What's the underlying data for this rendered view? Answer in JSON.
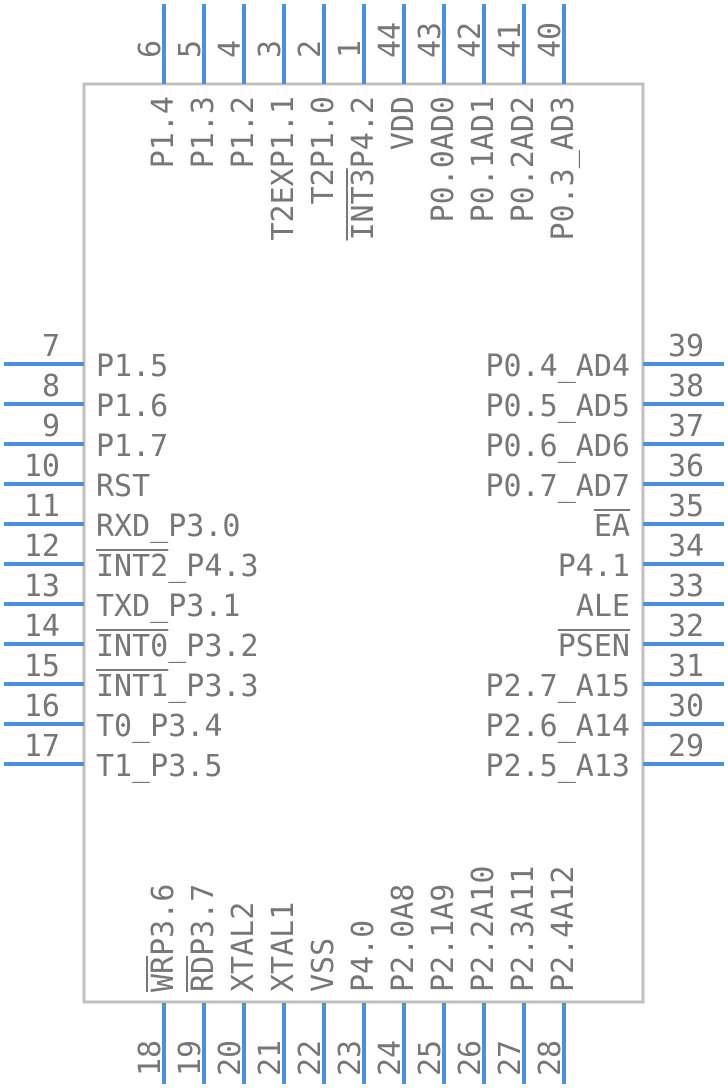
{
  "colors": {
    "pin": "#4a90e2",
    "text": "#777777",
    "body": "#c0c0c0"
  },
  "top_pins": [
    {
      "num": "6",
      "label": "P1.4"
    },
    {
      "num": "5",
      "label": "P1.3"
    },
    {
      "num": "4",
      "label": "P1.2"
    },
    {
      "num": "3",
      "label": "T2EXP1.1"
    },
    {
      "num": "2",
      "label": "T2P1.0"
    },
    {
      "num": "1",
      "label": "INT3P4.2",
      "overline": "INT3"
    },
    {
      "num": "44",
      "label": "VDD"
    },
    {
      "num": "43",
      "label": "P0.0AD0"
    },
    {
      "num": "42",
      "label": "P0.1AD1"
    },
    {
      "num": "41",
      "label": "P0.2AD2"
    },
    {
      "num": "40",
      "label": "P0.3_AD3"
    }
  ],
  "left_pins": [
    {
      "num": "7",
      "label": "P1.5"
    },
    {
      "num": "8",
      "label": "P1.6"
    },
    {
      "num": "9",
      "label": "P1.7"
    },
    {
      "num": "10",
      "label": "RST"
    },
    {
      "num": "11",
      "label": "RXD_P3.0"
    },
    {
      "num": "12",
      "label": "INT2_P4.3",
      "overline": "INT2"
    },
    {
      "num": "13",
      "label": "TXD_P3.1"
    },
    {
      "num": "14",
      "label": "INT0_P3.2",
      "overline": "INT0"
    },
    {
      "num": "15",
      "label": "INT1_P3.3",
      "overline": "INT1"
    },
    {
      "num": "16",
      "label": "T0_P3.4"
    },
    {
      "num": "17",
      "label": "T1_P3.5"
    }
  ],
  "right_pins": [
    {
      "num": "39",
      "label": "P0.4_AD4"
    },
    {
      "num": "38",
      "label": "P0.5_AD5"
    },
    {
      "num": "37",
      "label": "P0.6_AD6"
    },
    {
      "num": "36",
      "label": "P0.7_AD7"
    },
    {
      "num": "35",
      "label": "EA",
      "overline": "EA"
    },
    {
      "num": "34",
      "label": "P4.1"
    },
    {
      "num": "33",
      "label": "ALE"
    },
    {
      "num": "32",
      "label": "PSEN",
      "overline": "PSEN"
    },
    {
      "num": "31",
      "label": "P2.7_A15"
    },
    {
      "num": "30",
      "label": "P2.6_A14"
    },
    {
      "num": "29",
      "label": "P2.5_A13"
    }
  ],
  "bottom_pins": [
    {
      "num": "18",
      "label": "WRP3.6",
      "overline": "WR"
    },
    {
      "num": "19",
      "label": "RDP3.7",
      "overline": "RD"
    },
    {
      "num": "20",
      "label": "XTAL2"
    },
    {
      "num": "21",
      "label": "XTAL1"
    },
    {
      "num": "22",
      "label": "VSS"
    },
    {
      "num": "23",
      "label": "P4.0"
    },
    {
      "num": "24",
      "label": "P2.0A8"
    },
    {
      "num": "25",
      "label": "P2.1A9"
    },
    {
      "num": "26",
      "label": "P2.2A10"
    },
    {
      "num": "27",
      "label": "P2.3A11"
    },
    {
      "num": "28",
      "label": "P2.4A12"
    }
  ]
}
